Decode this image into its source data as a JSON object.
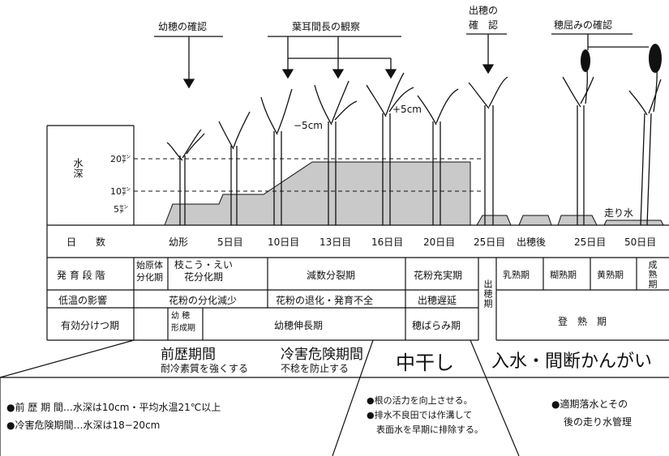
{
  "top_labels": {
    "young_panicle": "幼穂の確認",
    "leaf_ear": "葉耳間長の観察",
    "heading": "出穂の確認",
    "heading_line1": "出穂の",
    "heading_line2": "確　認",
    "ear_droop": "穂屈みの確認"
  },
  "length_notes": {
    "minus": "−5cm",
    "plus": "+5cm"
  },
  "water": {
    "label": "水深",
    "levels": [
      "20㌢",
      "10㌢",
      "5㌢"
    ],
    "running_water": "走り水"
  },
  "days_row": {
    "header": "日　　数",
    "values": [
      "幼形",
      "5日目",
      "10日目",
      "13日目",
      "16日目",
      "20日目",
      "25日目",
      "出穂後",
      "25日目",
      "50日目"
    ]
  },
  "growth_row": {
    "header": "発 育 段 階",
    "cells": [
      "始原体\n分化期",
      "枝こう・えい\n花分化期",
      "減数分裂期",
      "花粉充実期",
      "乳熟期",
      "糊熟期",
      "黄熟期",
      "成熟期"
    ]
  },
  "low_temp_row": {
    "header": "低温の影響",
    "cells": [
      "花粉の分化減少",
      "花粉の退化・発育不全",
      "出穂遅延"
    ]
  },
  "tiller_row": {
    "header": "有効分けつ期",
    "cells": [
      "幼 穂\n形成期",
      "幼穂伸長期",
      "穂ばらみ期",
      "登　熟　期"
    ]
  },
  "heading_period": "出穂期",
  "phases": {
    "early_title": "前歴期間",
    "early_sub": "耐冷素質を強くする",
    "danger_title": "冷害危険期間",
    "danger_sub": "不稔を防止する",
    "midseason": "中干し",
    "irrigation": "入水・間断かんがい"
  },
  "notes": {
    "early": "●前 歴 期 間…水深は10cm・平均水温21℃以上",
    "danger": "●冷害危険期間…水深は18−20cm",
    "mid1": "●根の活力を向上させる。",
    "mid2": "●排水不良田では作溝して",
    "mid3": "表面水を早期に排除する。",
    "irr1": "●適期落水とその",
    "irr2": "後の走り水管理"
  }
}
